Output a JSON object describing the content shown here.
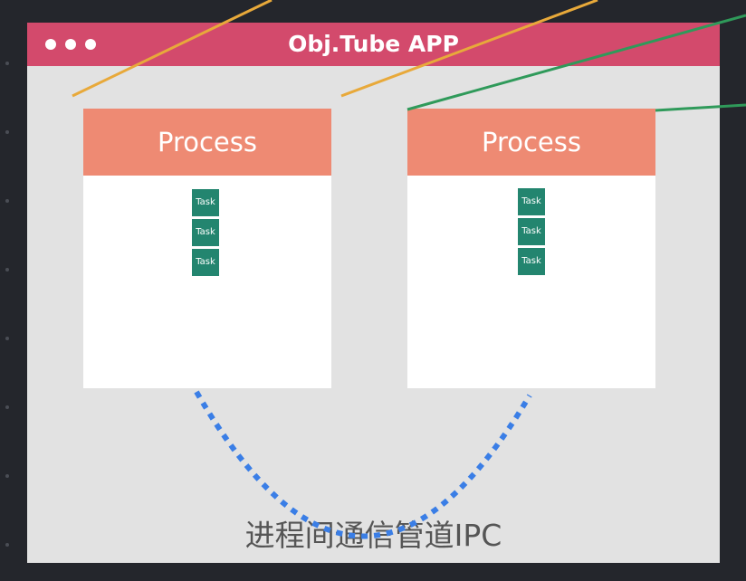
{
  "app": {
    "title": "Obj.Tube APP"
  },
  "processes": [
    {
      "title": "Process",
      "tasks": [
        "Task",
        "Task",
        "Task"
      ]
    },
    {
      "title": "Process",
      "tasks": [
        "Task",
        "Task",
        "Task"
      ]
    }
  ],
  "ipc": {
    "label": "进程间通信管道IPC"
  },
  "colors": {
    "background": "#24262c",
    "window": "#e2e2e2",
    "titlebar": "#d34a6c",
    "process_header": "#ee8a73",
    "task": "#23856f",
    "ipc_curve": "#3a7ee6",
    "line_orange": "#e8a93a",
    "line_green": "#2f9a5a"
  }
}
